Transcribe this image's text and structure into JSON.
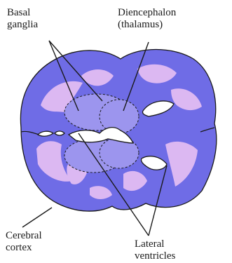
{
  "labels": {
    "basal_ganglia": [
      "Basal",
      "ganglia"
    ],
    "diencephalon": [
      "Diencephalon",
      "(thalamus)"
    ],
    "cerebral_cortex": [
      "Cerebral",
      "cortex"
    ],
    "lateral_ventricles": [
      "Lateral",
      "ventricles"
    ]
  },
  "colors": {
    "gray_matter": "#6f6ce6",
    "white_matter": "#dcb8f2",
    "deep_nuclei": "#9c95ee",
    "ventricle": "#ffffff",
    "outline": "#1a1a1a"
  }
}
